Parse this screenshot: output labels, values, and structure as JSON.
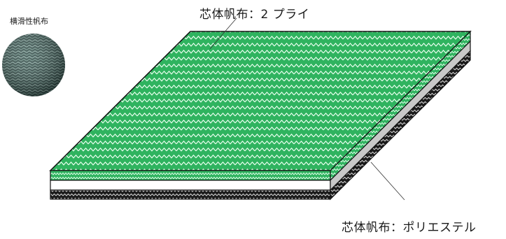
{
  "labels": {
    "sample_caption": "横滑性帆布",
    "top_annotation": "芯体帆布：2 プライ",
    "bottom_annotation": "芯体帆布：ポリエステル"
  },
  "colors": {
    "green": "#2fb35f",
    "green_dark": "#1e7f3f",
    "white_layer": "#ffffff",
    "gray_layer": "#c8c8c8",
    "black_layer": "#1b1b1b",
    "outline": "#111111",
    "fabric_base": "#2e4a46",
    "fabric_thread": "#8fb0a8"
  }
}
